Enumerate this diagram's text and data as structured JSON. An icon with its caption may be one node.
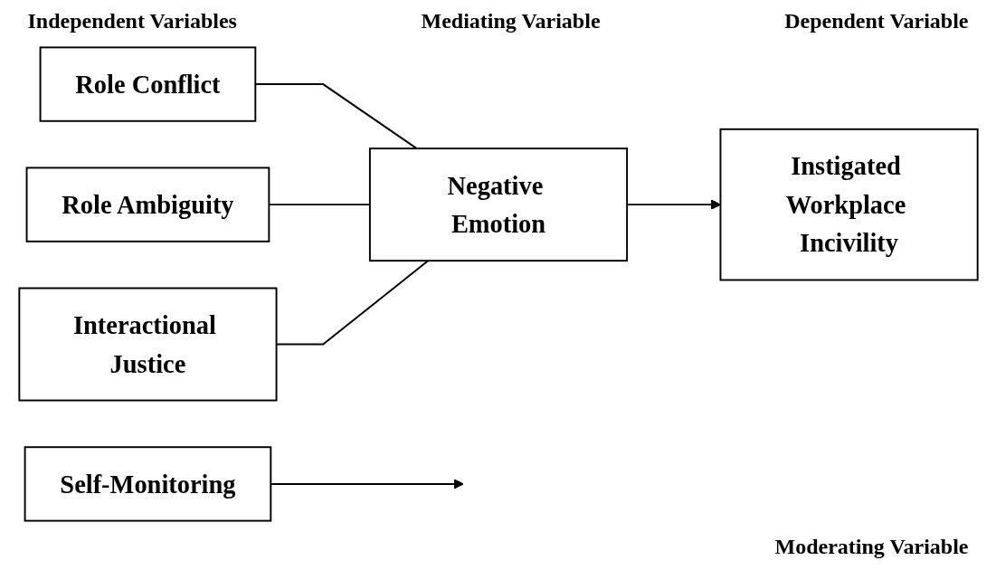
{
  "diagram": {
    "nodes": [
      {
        "text": [
          "Role Conflict"
        ]
      },
      {
        "text": [
          "Role Ambiguity"
        ]
      },
      {
        "text": [
          "Interactional Justice"
        ]
      },
      {
        "text": [
          "Negative Emotion"
        ]
      },
      {
        "text": [
          "Instigated Workplace Incivility"
        ]
      },
      {
        "text": [
          "Self-Monitoring"
        ]
      }
    ],
    "edges": [
      {
        "from": 0,
        "to": 3,
        "arrow": "none"
      },
      {
        "from": 1,
        "to": 3,
        "arrow": "none"
      },
      {
        "from": 2,
        "to": 3,
        "arrow": "none"
      },
      {
        "from": 3,
        "to": 4,
        "arrow": "to"
      },
      {
        "from": 5,
        "to": null,
        "arrow": "to"
      }
    ],
    "labels": [
      "Independent Variables",
      "Mediating Variable",
      "Dependent Variable",
      "Moderating Variable"
    ]
  }
}
